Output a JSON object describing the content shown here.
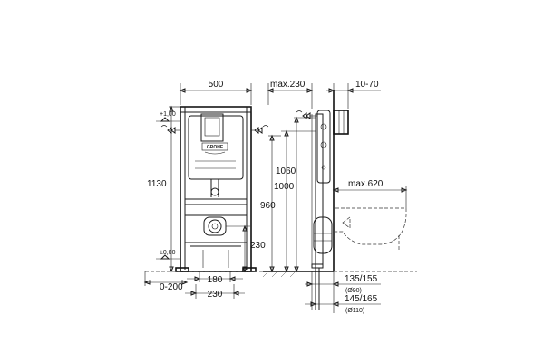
{
  "dimensions": {
    "frame_width": "500",
    "total_height": "1130",
    "height_1060": "1060",
    "height_1000": "1000",
    "height_960": "960",
    "height_230_right": "230",
    "width_180": "180",
    "width_230_bottom": "230",
    "range_0_200": "0-200",
    "max_depth": "max.230",
    "wall_range": "10-70",
    "max_bowl": "max.620",
    "pipe_range_1": "135/155",
    "pipe_dia_1": "(Ø90)",
    "pipe_range_2": "145/165",
    "pipe_dia_2": "(Ø110)"
  },
  "level_marks": {
    "top": "+1,00",
    "bottom": "±0,00"
  },
  "brand": {
    "logo_text": "GROHE"
  }
}
